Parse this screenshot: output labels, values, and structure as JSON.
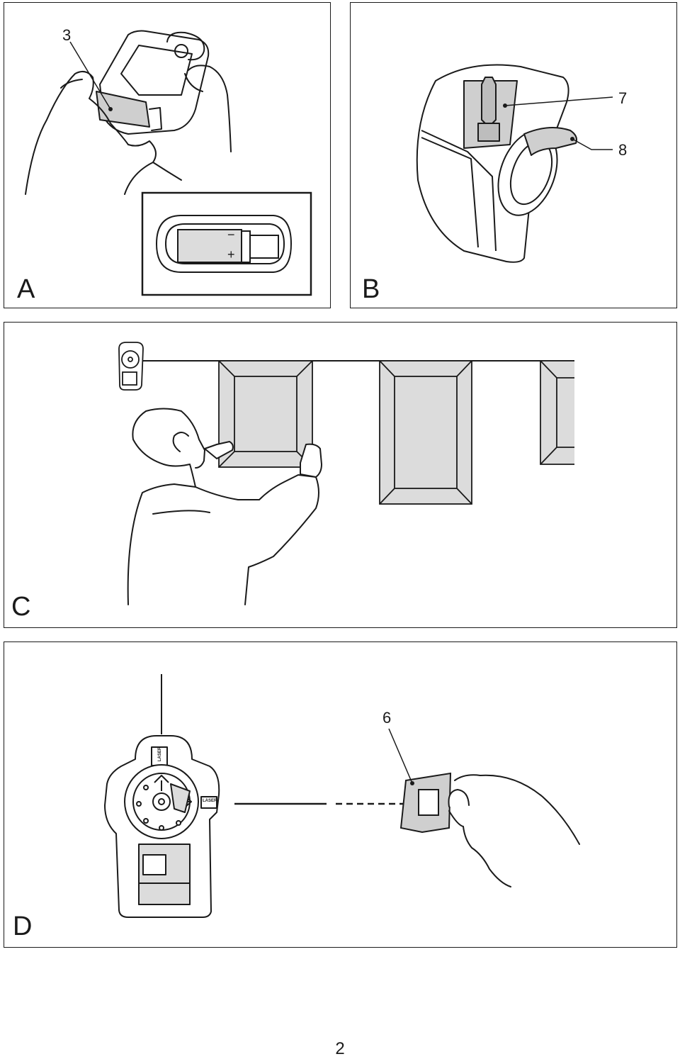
{
  "panels": {
    "a": {
      "letter": "A",
      "callout": "3",
      "battery_minus": "−",
      "battery_plus": "+"
    },
    "b": {
      "letter": "B",
      "callout_7": "7",
      "callout_8": "8"
    },
    "c": {
      "letter": "C"
    },
    "d": {
      "letter": "D",
      "callout_6": "6",
      "device_label_top": "LASER",
      "device_label_side": "LASER"
    }
  },
  "page_number": "2",
  "colors": {
    "line": "#1a1a1a",
    "fill_gray": "#dcdcdc",
    "fill_mid": "#c8c8c8"
  },
  "icons": [
    "battery-icon",
    "laser-level-icon",
    "target-card-icon",
    "hand-icon",
    "person-icon",
    "picture-frame-icon"
  ]
}
